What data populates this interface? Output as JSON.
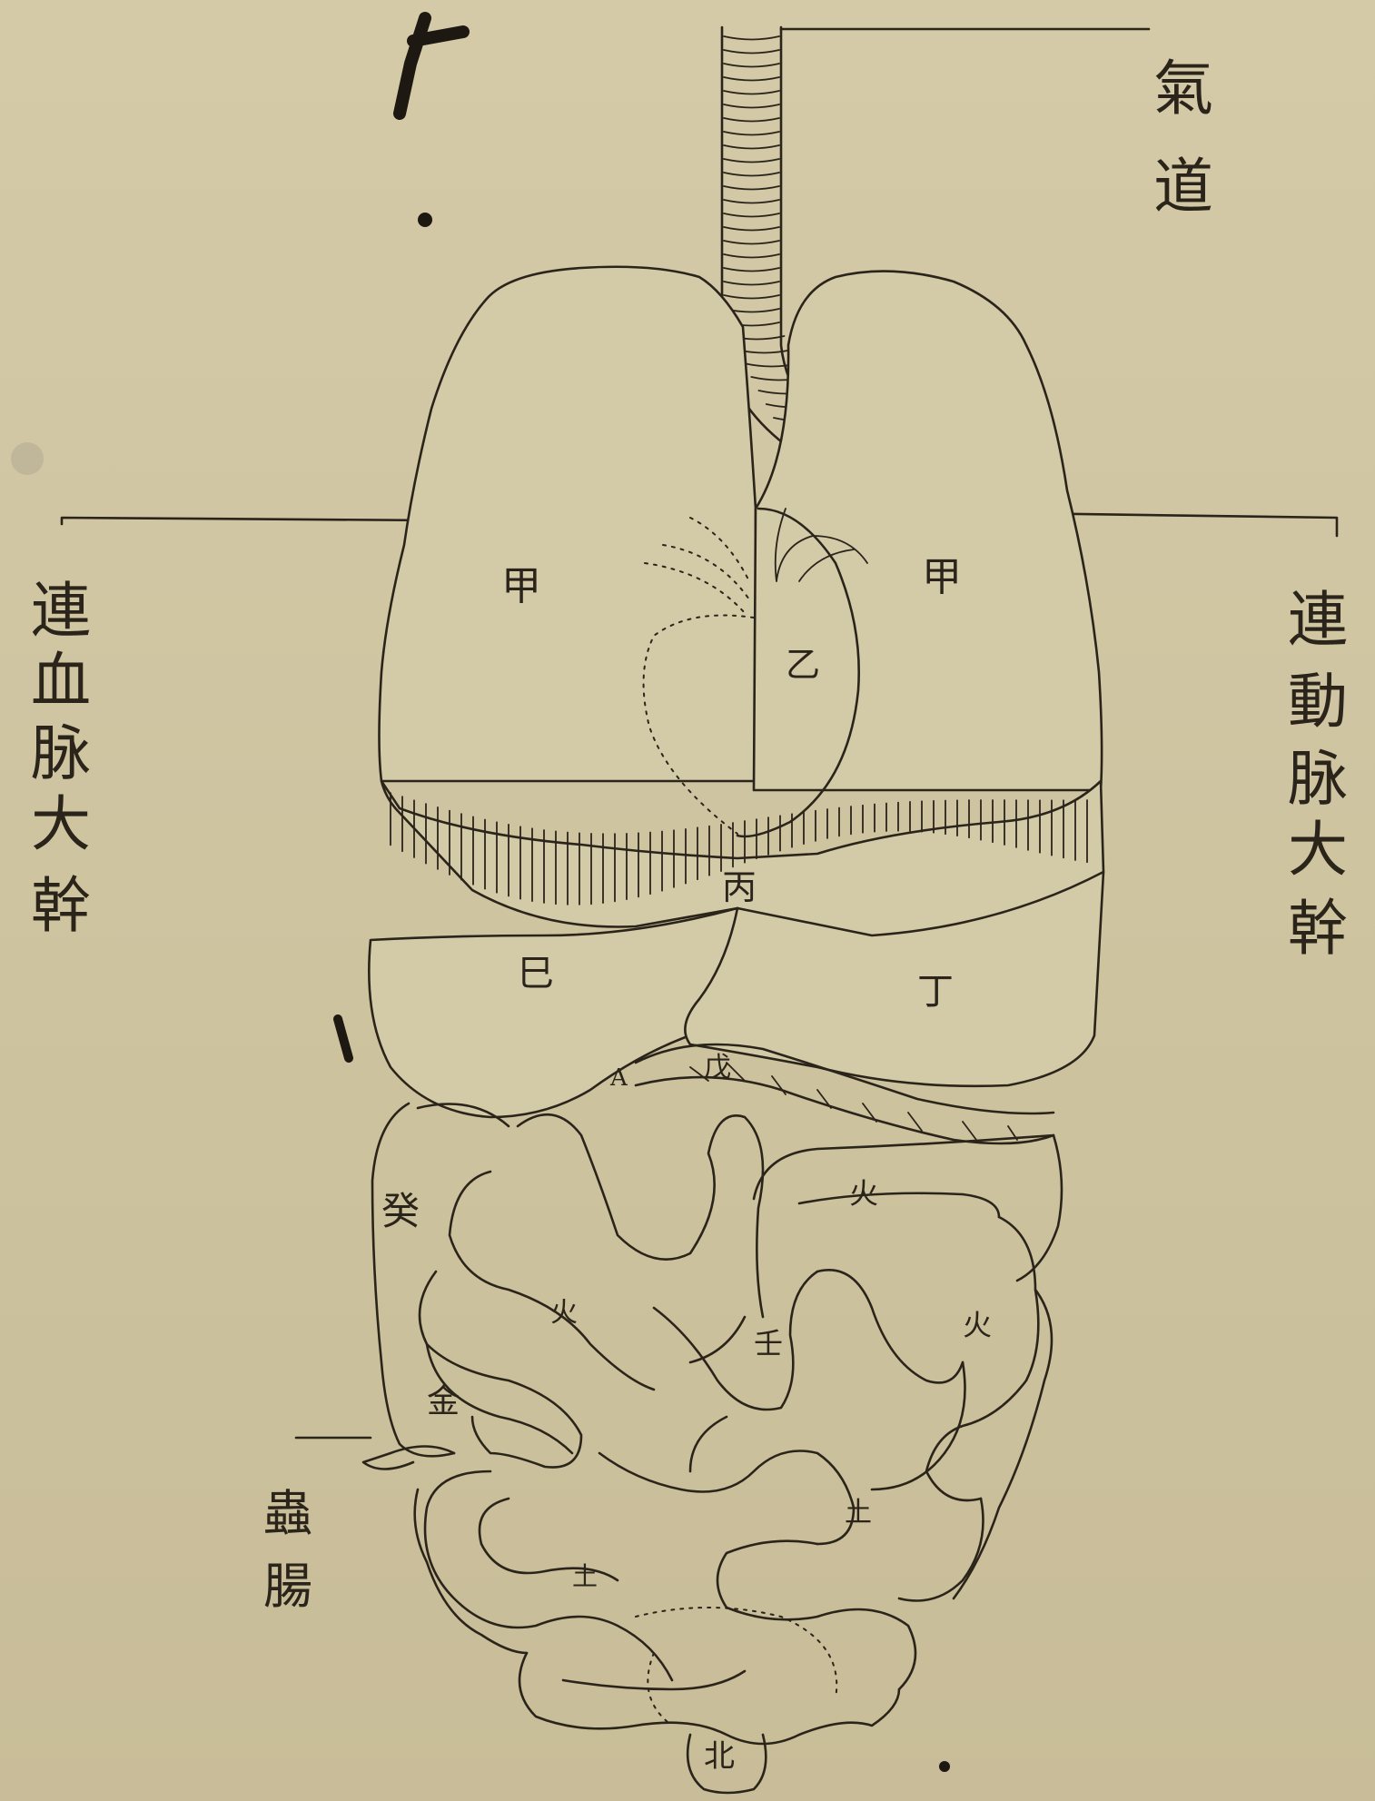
{
  "side_labels": {
    "trachea": [
      "氣",
      "道"
    ],
    "vena_cava": [
      "連",
      "血",
      "脉",
      "大",
      "幹"
    ],
    "aorta": [
      "連",
      "動",
      "脉",
      "大",
      "幹"
    ],
    "appendix": [
      "蟲",
      "腸"
    ]
  },
  "organ_labels": {
    "lung_left": "甲",
    "lung_right": "甲",
    "heart": "乙",
    "diaphragm": "丙",
    "liver": "巳",
    "stomach": "丁",
    "pancreas": "戊",
    "gallbladder": "A",
    "colon_ascending": "癸",
    "colon_transverse": "火",
    "colon_descending": "火",
    "small_intestine": "火",
    "jejunum": "壬",
    "cecum": "金",
    "ileum_right": "土",
    "ileum_left": "土",
    "rectum": "北"
  },
  "colors": {
    "paper": "#cfc5a2",
    "ink": "#2b241a"
  }
}
